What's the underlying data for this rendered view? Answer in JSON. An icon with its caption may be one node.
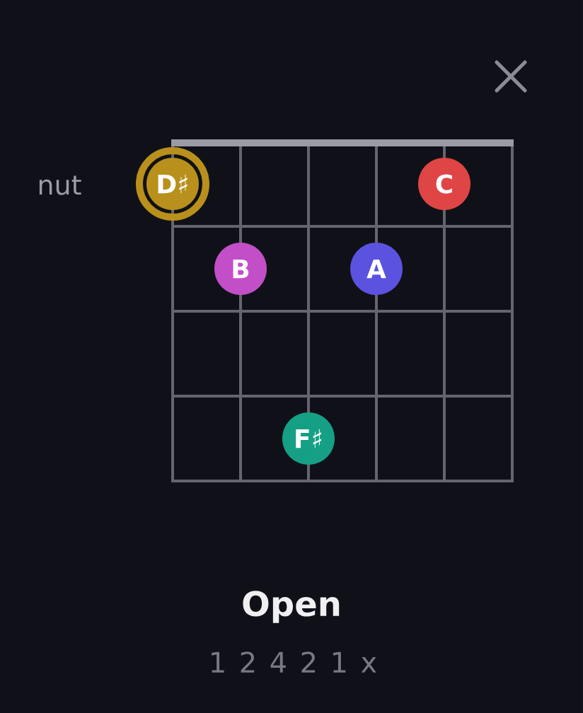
{
  "diagram": {
    "title": "Open",
    "nodes": [
      {
        "text": [
          "D♯"
        ]
      },
      {
        "text": [
          "C"
        ]
      },
      {
        "text": [
          "B"
        ]
      },
      {
        "text": [
          "A"
        ]
      },
      {
        "text": [
          "F♯"
        ]
      }
    ],
    "labels": [
      "nut",
      "1 2 4 2 1 x"
    ]
  }
}
